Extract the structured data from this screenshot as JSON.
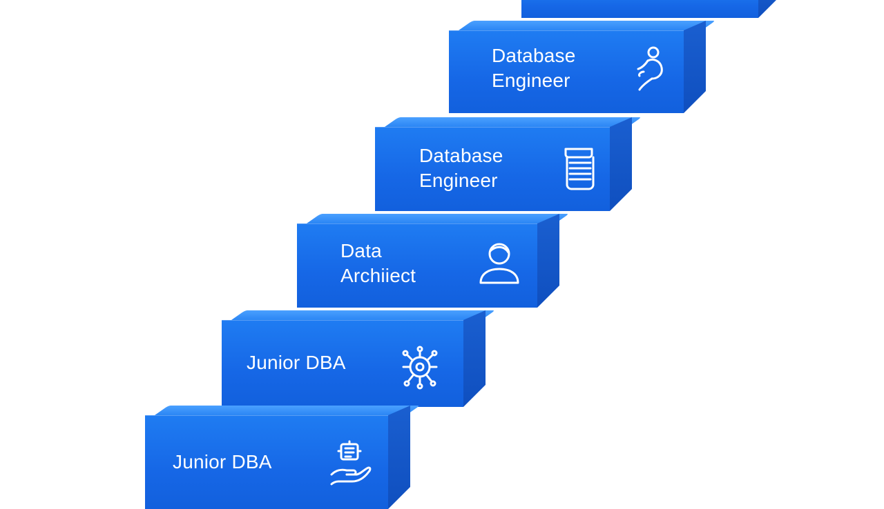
{
  "steps": [
    {
      "label": "Junior DBA",
      "icon": "hand-gear-icon"
    },
    {
      "label": "Junior DBA",
      "icon": "bug-gear-icon"
    },
    {
      "label": "Data\nArchiiect",
      "icon": "person-icon"
    },
    {
      "label": "Database\nEngineer",
      "icon": "database-icon"
    },
    {
      "label": "Database\nEngineer",
      "icon": "person-climbing-icon"
    },
    {
      "label": "",
      "icon": ""
    }
  ]
}
